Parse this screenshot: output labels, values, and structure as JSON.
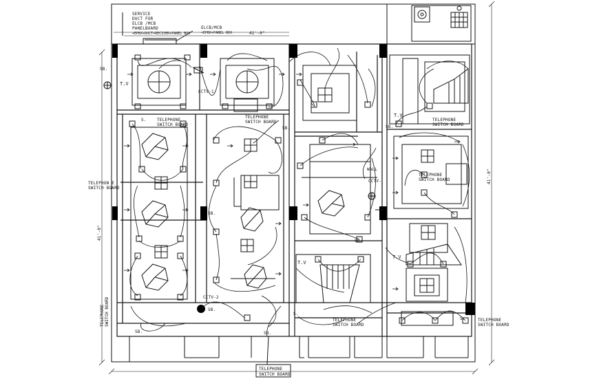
{
  "legend": {
    "lines": [
      "SERVICE",
      "DUCT FOR",
      "ELCB /MCB",
      "PANELBOARD",
      "+EPBX+DUCT+RECIVER+PANEL BOX"
    ],
    "callout": [
      "ELCB/MCB",
      "+EPBX+PANEL BOX"
    ]
  },
  "labels": {
    "telephone_switch_board": "TELEPHONE SWITCH BOARD",
    "telephone_c": "TELEPHON E",
    "switch_board": "SWITCH BOARD",
    "telephone": "TELEPHONE",
    "tv": "T.V",
    "sb": "SB.",
    "s": "S.",
    "cctv1": "CCTV-1",
    "cctv": "CCTV-",
    "cctv2": "CCTV-2",
    "wall": "WALL",
    "dim": "41'-0\""
  },
  "colors": {
    "ink": "#111111",
    "wall": "#000000",
    "paper": "#ffffff"
  }
}
